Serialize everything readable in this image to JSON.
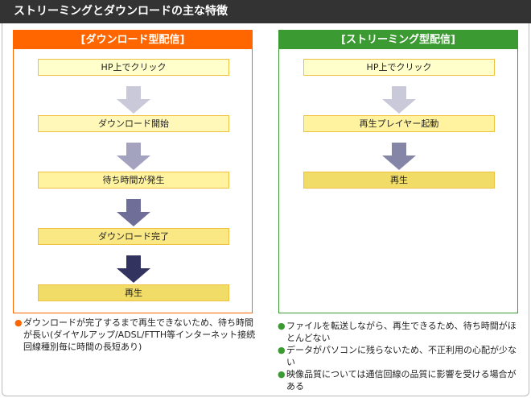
{
  "title": "ストリーミングとダウンロードの主な特徴",
  "download": {
    "heading": "[ダウンロード型配信]",
    "steps": [
      "HP上でクリック",
      "ダウンロード開始",
      "待ち時間が発生",
      "ダウンロード完了",
      "再生"
    ],
    "notes": [
      "ダウンロードが完了するまで再生できないため、待ち時間が長い(ダイヤルアップ/ADSL/FTTH等インターネット接続回線種別毎に時間の長短あり)"
    ]
  },
  "streaming": {
    "heading": "[ストリーミング型配信]",
    "steps": [
      "HP上でクリック",
      "再生プレイヤー起動",
      "再生"
    ],
    "notes": [
      "ファイルを転送しながら、再生できるため、待ち時間がほとんどない",
      "データがパソコンに残らないため、不正利用の心配が少ない",
      "映像品質については通信回線の品質に影響を受ける場合がある"
    ]
  },
  "colors": {
    "orange": "#ff6600",
    "green": "#3c9a32"
  }
}
